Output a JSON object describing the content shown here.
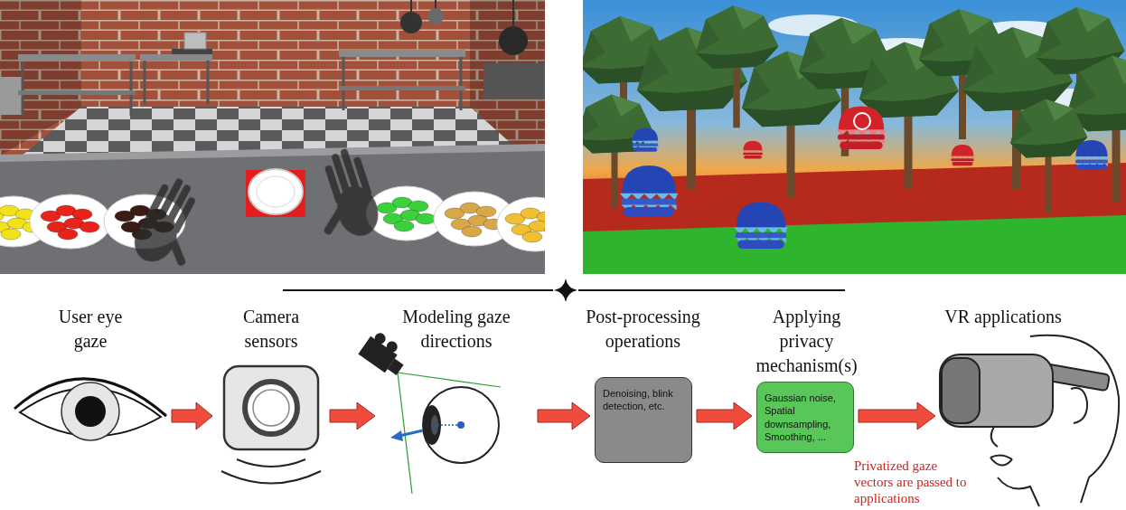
{
  "diagram": {
    "nodes": [
      {
        "text": [
          "User eye gaze"
        ]
      },
      {
        "text": [
          "Camera sensors"
        ]
      },
      {
        "text": [
          "Modeling gaze directions"
        ]
      },
      {
        "text": [
          "Post-processing operations",
          "Denoising, blink detection, etc."
        ]
      },
      {
        "text": [
          "Applying privacy mechanism(s)",
          "Gaussian noise, Spatial downsampling, Smoothing, ..."
        ]
      },
      {
        "text": [
          "VR applications"
        ]
      }
    ],
    "edges": [
      {
        "from": 0,
        "to": 1,
        "arrow": "to"
      },
      {
        "from": 1,
        "to": 2,
        "arrow": "to"
      },
      {
        "from": 2,
        "to": 3,
        "arrow": "to"
      },
      {
        "from": 3,
        "to": 4,
        "arrow": "to"
      },
      {
        "from": 4,
        "to": 5,
        "arrow": "to"
      }
    ],
    "labels": [
      "Privatized gaze vectors are passed to applications"
    ]
  }
}
